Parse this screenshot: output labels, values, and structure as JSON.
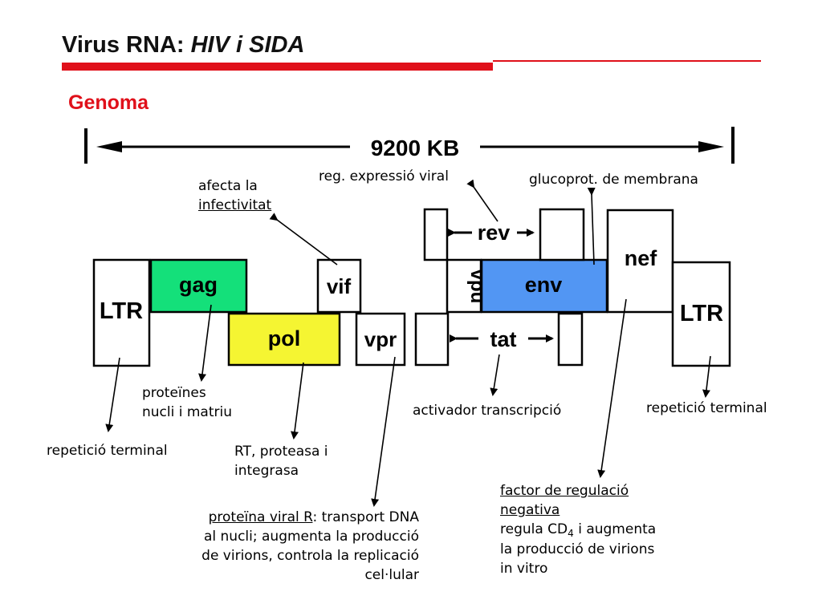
{
  "slide": {
    "title_main": "Virus RNA: ",
    "title_em": "HIV i SIDA",
    "subtitle": "Genoma"
  },
  "colors": {
    "accent_red": "#e0101a",
    "title_text": "#111111",
    "gag": "#14e07a",
    "pol": "#f5f532",
    "env": "#5296f3",
    "box_default": "#ffffff",
    "outline": "#000000"
  },
  "length_label": "9200 KB",
  "genes": {
    "ltr_left": "LTR",
    "gag": "gag",
    "pol": "pol",
    "vif": "vif",
    "vpr": "vpr",
    "vpu": "vpu",
    "rev": "rev",
    "env": "env",
    "tat": "tat",
    "nef": "nef",
    "ltr_right": "LTR"
  },
  "annotations": {
    "reg_expressio": "reg. expressió viral",
    "glucoprot": "glucoprot. de membrana",
    "afecta_1": "afecta la",
    "afecta_2": "infectivitat",
    "proteines_1": "proteïnes",
    "proteines_2": "nucli i matriu",
    "repeticio_left": "repetició terminal",
    "rt_1": "RT, proteasa i",
    "rt_2": "integrasa",
    "activador": "activador transcripció",
    "repeticio_right": "repetició terminal",
    "vpr_1_underlined": "proteïna viral R",
    "vpr_1_rest": ": transport DNA",
    "vpr_2": "al nucli; augmenta la producció",
    "vpr_3": "de virions, controla la replicació",
    "vpr_4": "cel·lular",
    "nef_1": "factor de regulació",
    "nef_2": "negativa",
    "nef_3_pre": "regula CD",
    "nef_3_sub": "4",
    "nef_3_post": " i augmenta",
    "nef_4": "la producció de virions",
    "nef_5": "in vitro"
  }
}
